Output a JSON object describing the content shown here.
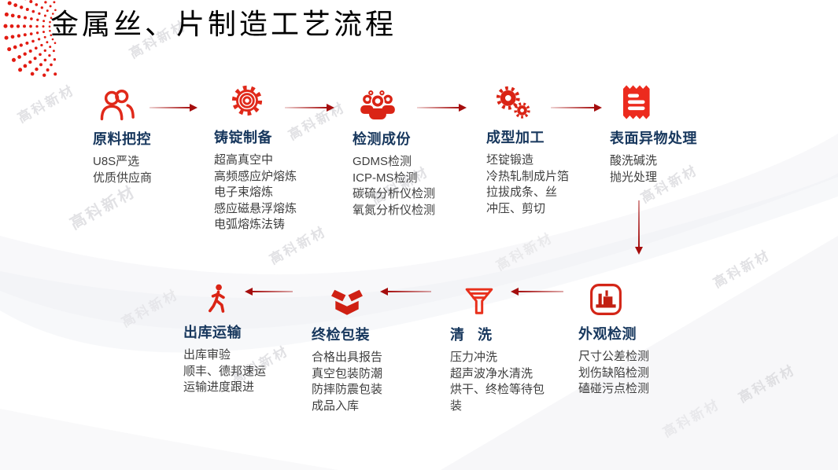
{
  "page_title": "金属丝、片制造工艺流程",
  "watermark": {
    "text": "高科新材"
  },
  "colors": {
    "icon_red": "#e0291a",
    "icon_red_dark": "#cf2013",
    "arrow_red": "#a50d0d",
    "heading_navy": "#17375d",
    "body_gray": "#3f3f3f",
    "title_black": "#000000",
    "watermark_gray": "#d7d7db"
  },
  "steps": [
    {
      "icon": "two-people-icon",
      "title": "原料把控",
      "items": [
        "U8S严选",
        "优质供应商"
      ]
    },
    {
      "icon": "gear-rings-icon",
      "title": "铸锭制备",
      "items": [
        "超高真空中",
        "高频感应炉熔炼",
        "电子束熔炼",
        "感应磁悬浮熔炼",
        "电弧熔炼法铸"
      ]
    },
    {
      "icon": "team-icon",
      "title": "检测成份",
      "items": [
        "GDMS检测",
        "ICP-MS检测",
        "碳硫分析仪检测",
        "氧氮分析仪检测"
      ]
    },
    {
      "icon": "double-gears-icon",
      "title": "成型加工",
      "items": [
        "坯锭锻造",
        "冷热轧制成片箔",
        "拉拔成条、丝",
        "冲压、剪切"
      ]
    },
    {
      "icon": "receipt-icon",
      "title": "表面异物处理",
      "items": [
        "酸洗碱洗",
        "抛光处理"
      ]
    },
    {
      "icon": "factory-badge-icon",
      "title": "外观检测",
      "items": [
        "尺寸公差检测",
        "划伤缺陷检测",
        "磕碰污点检测"
      ]
    },
    {
      "icon": "funnel-icon",
      "title": "清洗",
      "items": [
        "压力冲洗",
        "超声波净水清洗",
        "烘干、终检等待包装"
      ]
    },
    {
      "icon": "open-box-icon",
      "title": "终检包装",
      "items": [
        "合格出具报告",
        "真空包装防潮",
        "防摔防震包装",
        "成品入库"
      ]
    },
    {
      "icon": "walking-person-icon",
      "title": "出库运输",
      "items": [
        "出库审验",
        "顺丰、德邦速运",
        "运输进度跟进"
      ]
    }
  ]
}
